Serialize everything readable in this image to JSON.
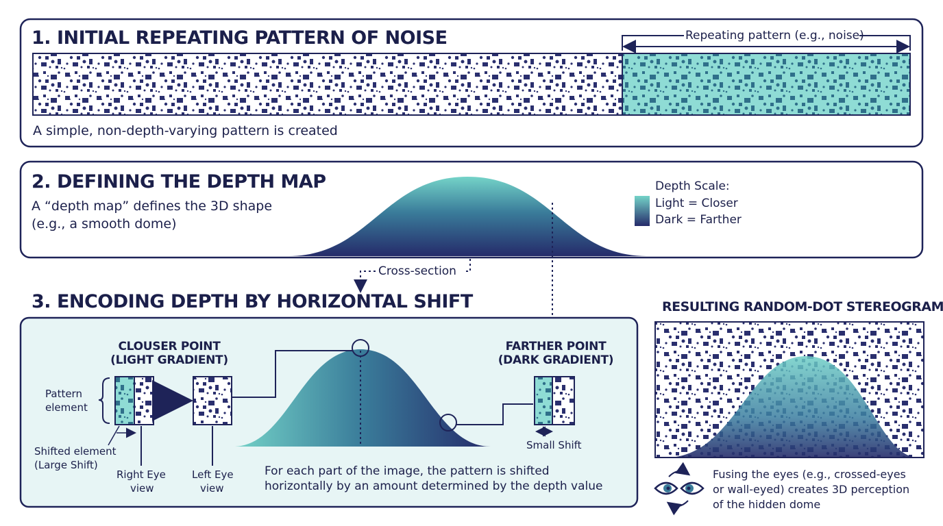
{
  "panel1": {
    "title": "1. INITIAL REPEATING PATTERN OF NOISE",
    "repeat_label": "Repeating pattern (e.g., noise)",
    "caption": "A simple, non-depth-varying pattern is created"
  },
  "panel2": {
    "title": "2. DEFINING THE DEPTH MAP",
    "desc_line1": "A “depth map” defines the 3D shape",
    "desc_line2": "(e.g., a smooth dome)",
    "scale_title": "Depth Scale:",
    "scale_light": "Light = Closer",
    "scale_dark": "Dark = Farther"
  },
  "cross_section_label": "Cross-section",
  "panel3": {
    "title": "3. ENCODING DEPTH BY HORIZONTAL SHIFT",
    "closer_line1": "CLOUSER POINT",
    "closer_line2": "(LIGHT GRADIENT)",
    "farther_line1": "FARTHER POINT",
    "farther_line2": "(DARK GRADIENT)",
    "pattern_line1": "Pattern",
    "pattern_line2": "element",
    "shifted_line1": "Shifted element",
    "shifted_line2": "(Large Shift)",
    "right_eye_line1": "Right Eye",
    "right_eye_line2": "view",
    "left_eye_line1": "Left Eye",
    "left_eye_line2": "view",
    "small_shift": "Small Shift",
    "explain_line1": "For each part of the image, the pattern is shifted",
    "explain_line2": "horizontally by an amount determined by the depth value"
  },
  "result": {
    "title": "RESULTING RANDOM-DOT STEREOGRAM",
    "line1": "Fusing the eyes (e.g., crossed-eyes",
    "line2": "or wall-eyed) creates 3D perception",
    "line3": "of the hidden dome"
  },
  "icons": {
    "eyes": "eyes-icon",
    "rotate": "rotate-arrows-icon"
  },
  "colors": {
    "navy": "#1e2358",
    "dark_blue": "#2a2f6e",
    "teal": "#6fcfc7",
    "panel3_bg": "#e7f5f5"
  }
}
